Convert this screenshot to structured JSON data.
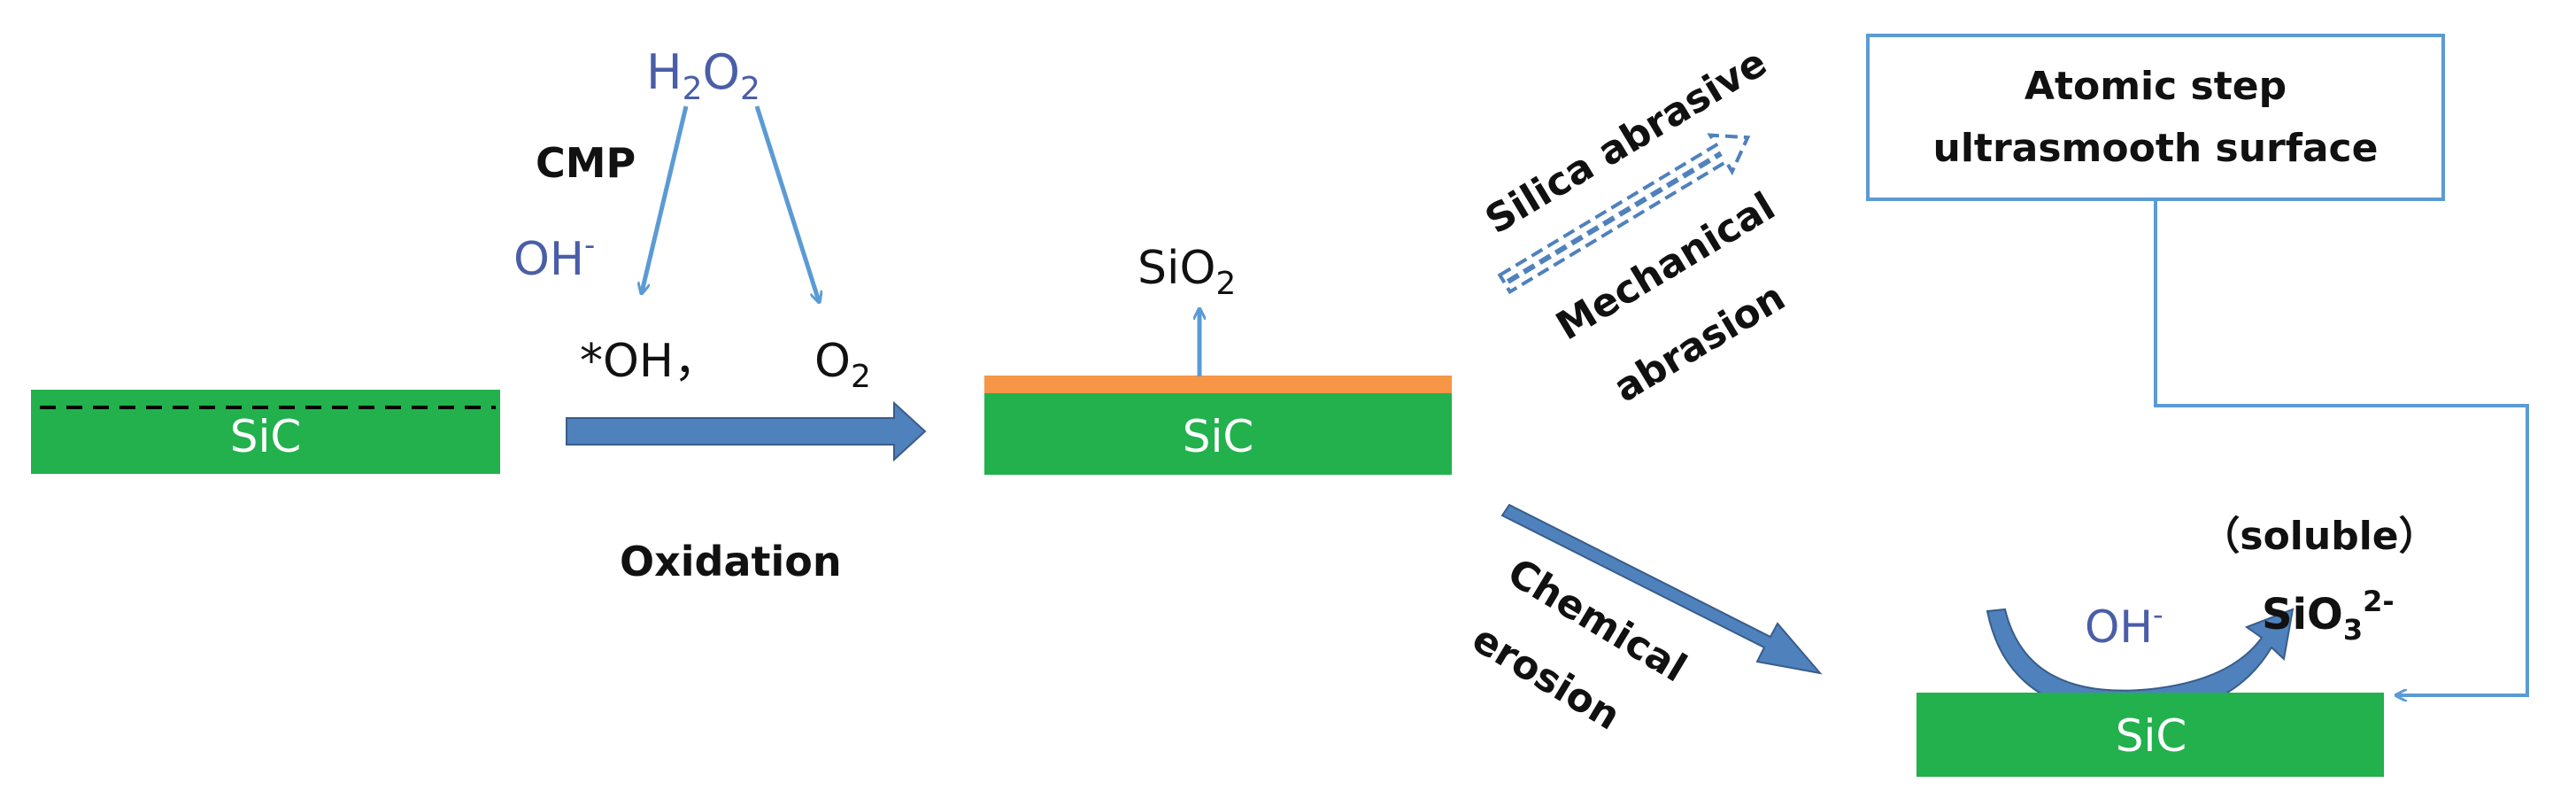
{
  "colors": {
    "substrate_green": "#22b14c",
    "oxide_orange": "#f79646",
    "arrow_blue": "#4f81bd",
    "arrow_blue_dark": "#385d8a",
    "line_blue": "#5b9bd5",
    "label_blue": "#4a5ea8",
    "text_black": "#111111",
    "substrate_text": "#ffffff"
  },
  "substrates": {
    "left_label": "SiC",
    "middle_label": "SiC",
    "right_label": "SiC"
  },
  "oxidation_stage": {
    "h2o2_label": {
      "base": "H",
      "sub1": "2",
      "mid": "O",
      "sub2": "2"
    },
    "cmp_label": "CMP",
    "oh_minus_label": {
      "base": "OH",
      "sup": "-"
    },
    "radical_label": "*OH，",
    "o2_label": {
      "base": "O",
      "sub": "2"
    },
    "oxidation_label": "Oxidation"
  },
  "oxide_layer": {
    "sio2_label": {
      "base": "SiO",
      "sub": "2"
    }
  },
  "mechanical_path": {
    "silica_abrasive_label": "Silica abrasive",
    "mechanical_label_line1": "Mechanical",
    "mechanical_label_line2": "abrasion"
  },
  "result_box": {
    "line1": "Atomic step",
    "line2": "ultrasmooth surface"
  },
  "chemical_path": {
    "chemical_label_line1": "Chemical",
    "chemical_label_line2": "erosion",
    "soluble_label": "（soluble）",
    "oh_minus_label": {
      "base": "OH",
      "sup": "-"
    },
    "sio3_label": {
      "base": "SiO",
      "sub": "3",
      "sup": "2-"
    }
  }
}
